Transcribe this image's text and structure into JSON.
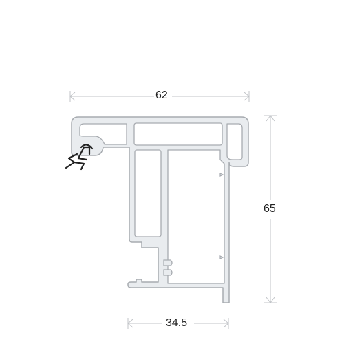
{
  "dimensions": {
    "top_width": "62",
    "right_height": "65",
    "bottom_width": "34.5"
  },
  "colors": {
    "background": "#ffffff",
    "profile_fill": "#e9ecef",
    "profile_stroke": "#a7abb0",
    "dimension_line": "#c0c3c7",
    "gasket": "#222222",
    "label": "#222222"
  },
  "icons": {
    "gasket": "seal-gasket-icon"
  }
}
